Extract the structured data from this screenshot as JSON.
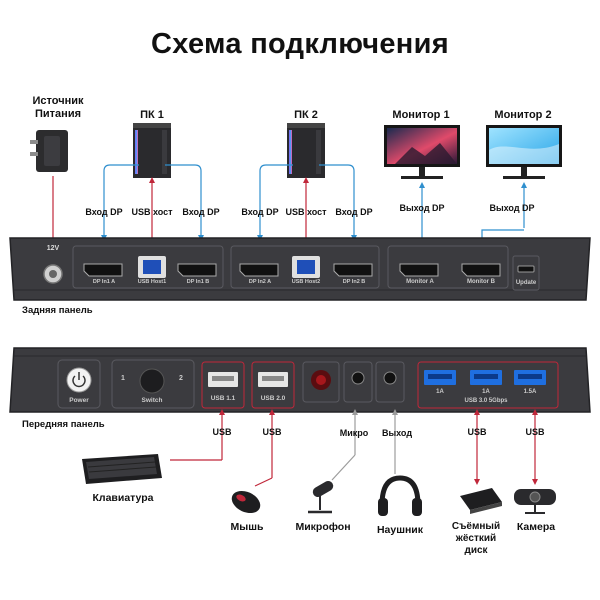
{
  "title": "Схема подключения",
  "top_labels": {
    "power": [
      "Источник",
      "Питания"
    ],
    "pc1": "ПК 1",
    "pc2": "ПК 2",
    "monitor1": "Монитор 1",
    "monitor2": "Монитор 2"
  },
  "port_labels": {
    "in_dp": "Вход DP",
    "usb_host": "USB хост",
    "out_dp": "Выход DP",
    "usb": "USB",
    "mic": "Микро",
    "out": "Выход"
  },
  "panel_captions": {
    "rear": "Задняя панель",
    "front": "Передняя панель"
  },
  "rear_panel_marks": {
    "voltage": "12V",
    "dp1a": "DP In1 A",
    "usbhost1": "USB Host1",
    "dp1b": "DP In1 B",
    "dp2a": "DP In2 A",
    "usbhost2": "USB Host2",
    "dp2b": "DP In2 B",
    "mona": "Monitor A",
    "monb": "Monitor B",
    "update": "Update"
  },
  "front_panel_marks": {
    "power": "Power",
    "switch": "Switch",
    "usb11": "USB 1.1",
    "usb20": "USB 2.0",
    "usb30": "USB 3.0 5Gbps",
    "amp1": "1A",
    "amp2": "1A",
    "amp3": "1.5A",
    "sw1": "1",
    "sw2": "2"
  },
  "devices": {
    "keyboard": "Клавиатура",
    "mouse": "Мышь",
    "mic": "Микрофон",
    "headphones": "Наушник",
    "hdd": [
      "Съёмный",
      "жёсткий",
      "диск"
    ],
    "camera": "Камера"
  },
  "colors": {
    "panel": "#3b3b3f",
    "panel_edge": "#232326",
    "usb_red": "#c0273a",
    "dp_blue": "#2f8fce",
    "mic_gray": "#9c9c9c",
    "usb3_blue": "#1f6fe0"
  }
}
